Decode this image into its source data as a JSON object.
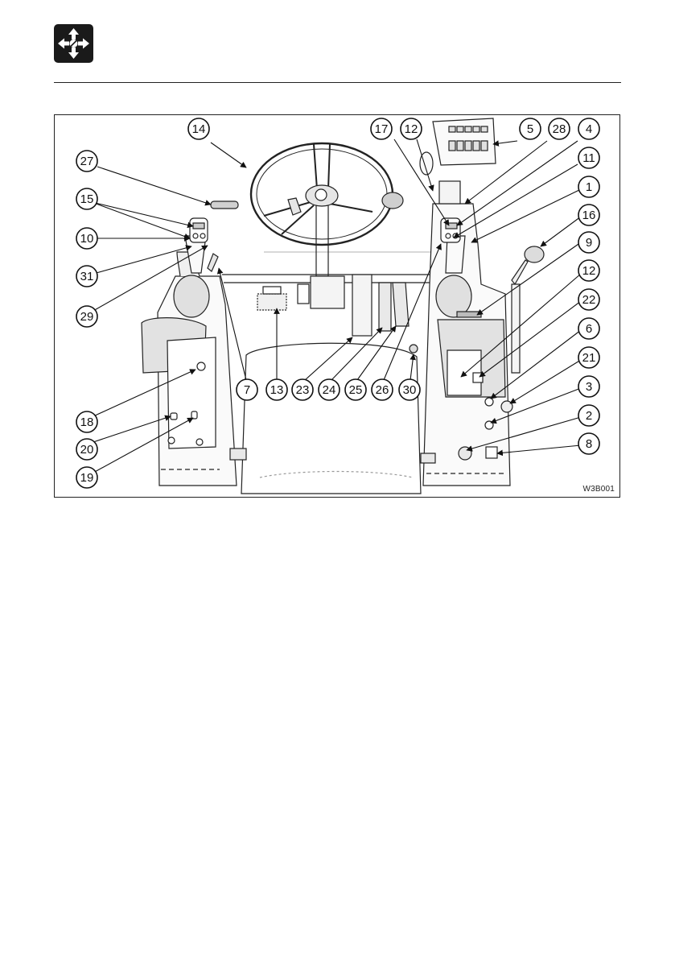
{
  "page": {
    "section_icon": "move-arrows-icon",
    "colors": {
      "ink": "#1a1a1a",
      "paper": "#ffffff",
      "shade": "#d9d9d9"
    }
  },
  "figure": {
    "code": "W3B001",
    "callouts": {
      "c1": "1",
      "c2": "2",
      "c3": "3",
      "c4": "4",
      "c5": "5",
      "c6": "6",
      "c7": "7",
      "c8": "8",
      "c9": "9",
      "c10": "10",
      "c11": "11",
      "c12a": "12",
      "c12b": "12",
      "c13": "13",
      "c14": "14",
      "c15": "15",
      "c16": "16",
      "c17": "17",
      "c18": "18",
      "c19": "19",
      "c20": "20",
      "c21": "21",
      "c22": "22",
      "c23": "23",
      "c24": "24",
      "c25": "25",
      "c26": "26",
      "c27": "27",
      "c28": "28",
      "c29": "29",
      "c30": "30",
      "c31": "31"
    }
  }
}
